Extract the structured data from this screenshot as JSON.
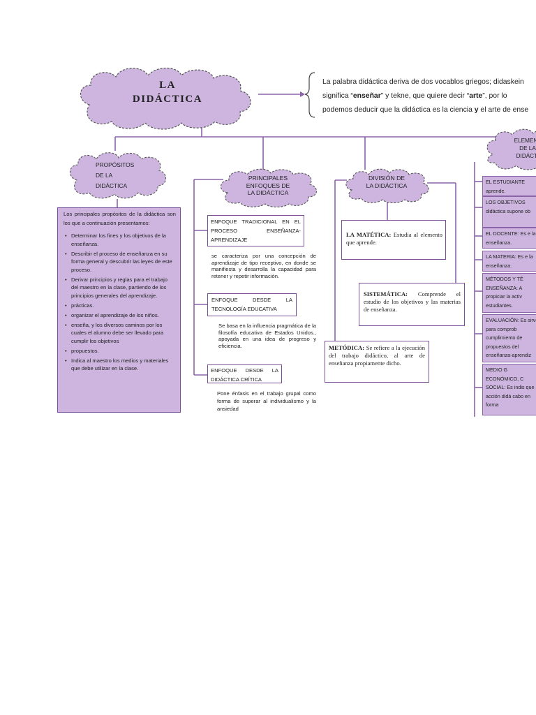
{
  "title": {
    "line1": "LA",
    "line2": "DIDÁCTICA"
  },
  "definition": {
    "line1": "La palabra didáctica deriva de dos vocablos griegos; didaskein",
    "line2_a": "significa “",
    "line2_b": "enseñar",
    "line2_c": "” y tekne, que quiere decir “",
    "line2_d": "arte",
    "line2_e": "”, por lo",
    "line3_a": "podemos deducir que la didáctica es la ciencia ",
    "line3_b": "y",
    "line3_c": " el arte de ense"
  },
  "propositos": {
    "cloud": [
      "PROPÓSITOS",
      "DE LA",
      "DIDÁCTICA"
    ],
    "intro": "Los principales propósitos de la didáctica son los que a continuación presentamos:",
    "items": [
      "Determinar los fines y los objetivos de la enseñanza.",
      "Describir el proceso de enseñanza en su forma general y descubrir las leyes de este proceso.",
      "Derivar principios y reglas para el trabajo del maestro en la clase, partiendo de los principios generales del aprendizaje.",
      "prácticas.",
      "organizar el aprendizaje de los niños.",
      "enseña, y los diversos caminos por los cuales el alumno debe ser llevado para cumplir los objetivos",
      "propuestos.",
      "Indica al maestro los medios y materiales que debe utilizar en la clase."
    ]
  },
  "enfoques": {
    "cloud": [
      "PRINCIPALES",
      "ENFOQUES DE",
      "LA DIDÁCTICA"
    ],
    "items": [
      {
        "title": "ENFOQUE TRADICIONAL EN EL PROCESO ENSEÑANZA-APRENDIZAJE",
        "desc": "se caracteriza por una concepción de aprendizaje de tipo receptivo, en donde se manifiesta y desarrolla la capacidad para retener y repetir información."
      },
      {
        "title": "ENFOQUE DESDE LA TECNOLOGÍA EDUCATIVA",
        "desc": "Se basa en la influencia pragmática de la filosofía educativa de Estados Unidos., apoyada en una idea de progreso y eficiencia."
      },
      {
        "title": "ENFOQUE DESDE LA DIDÁCTICA CRÍTICA",
        "desc": "Pone énfasis en el trabajo grupal como forma de superar al individualismo y la ansiedad"
      }
    ]
  },
  "division": {
    "cloud": [
      "DIVISIÓN DE",
      "LA DIDÁCTICA"
    ],
    "items": [
      {
        "term": "LA MATÉTICA:",
        "desc": "Estudia al elemento que aprende."
      },
      {
        "term": "SISTEMÁTICA:",
        "desc": "Comprende el estudio de los objetivos y las materias de enseñanza."
      },
      {
        "term": "METÓDICA:",
        "desc": "Se refiere a la ejecución del trabajo didáctico, al arte de enseñanza propiamente dicho."
      }
    ]
  },
  "elementos": {
    "cloud": [
      "ELEMENT",
      "DE LA",
      "DIDÁCTI"
    ],
    "items": [
      "EL ESTUDIANTE aprende.",
      "LOS OBJETIVOS didáctica supone ob",
      "EL DOCENTE: Es e la enseñanza.",
      "LA MATERIA: Es e la enseñanza.",
      "MÉTODOS Y TÉ ENSEÑANZA: A propiciar la activ estudiantes.",
      "EVALUACIÓN: Es sirve para comprob cumplimiento de propuestos del enseñanza-aprendiz",
      "MEDIO G ECONÓMICO, C SOCIAL: Es indis que la acción didá cabo en forma"
    ]
  },
  "colors": {
    "cloud_fill": "#cdb5e0",
    "border": "#7a4f97",
    "line": "#8a63a8"
  }
}
